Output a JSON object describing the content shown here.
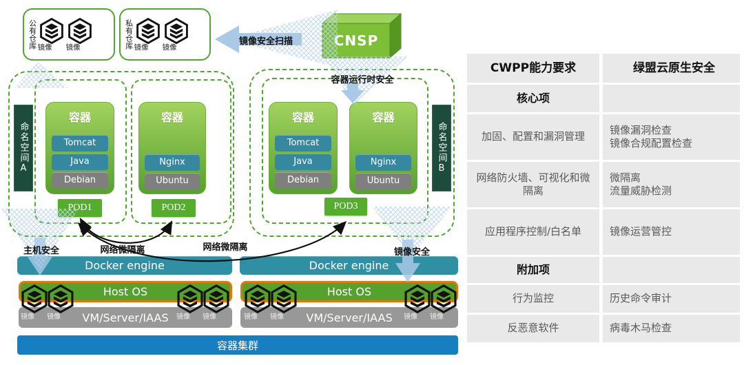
{
  "diagram": {
    "repos": [
      {
        "label": "公有仓库"
      },
      {
        "label": "私有仓库"
      }
    ],
    "image_label": "镜像",
    "scan_arrow_label": "镜像安全扫描",
    "cnsp_label": "CNSP",
    "runtime_security_label": "容器运行时安全",
    "namespace_a": "命名空间A",
    "namespace_b": "命名空间B",
    "container_title": "容器",
    "bars": {
      "tomcat": "Tomcat",
      "java": "Java",
      "debian": "Debian",
      "nginx": "Nginx",
      "ubuntu": "Ubuntu"
    },
    "pods": {
      "pod1": "POD1",
      "pod2": "POD2",
      "pod3": "POD3"
    },
    "network_seg_label": "网络微隔离",
    "host_security_label": "主机安全",
    "image_security_label": "镜像安全",
    "docker_engine_label": "Docker engine",
    "host_os_label": "Host OS",
    "vm_label": "VM/Server/IAAS",
    "cluster_label": "容器集群"
  },
  "table": {
    "headers": [
      "CWPP能力要求",
      "绿盟云原生安全"
    ],
    "rows": [
      {
        "left": "核心项"
      },
      {
        "left": "加固、配置和漏洞管理",
        "right_lines": [
          "镜像漏洞检查",
          "镜像合规配置检查"
        ]
      },
      {
        "left": "网络防火墙、可视化和微隔离",
        "right_lines": [
          "微隔离",
          "流量威胁检测"
        ]
      },
      {
        "left": "应用程序控制/白名单",
        "right_lines": [
          "镜像运营管控"
        ]
      },
      {
        "left": "附加项"
      },
      {
        "left": "行为监控",
        "right_lines": [
          "历史命令审计"
        ]
      },
      {
        "left": "反恶意软件",
        "right_lines": [
          "病毒木马检查"
        ]
      }
    ]
  },
  "colors": {
    "dashed_green": "#4ea72e",
    "container_green": "#57a12e",
    "bar_teal": "#35889f",
    "bar_gray": "#7f7f7f",
    "namespace_dark": "#1d4b3c",
    "pod_green": "#55ad2c",
    "docker_teal": "#2f8fa3",
    "host_os_green": "#55a12e",
    "host_os_border_orange": "#e8750a",
    "cluster_blue": "#177fc1",
    "arrow_blue": "#a9c9e6"
  }
}
